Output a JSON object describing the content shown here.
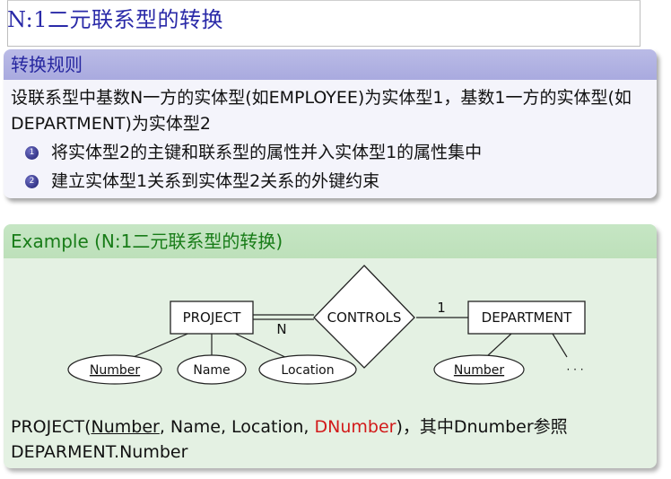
{
  "frame": {
    "title": "N:1二元联系型的转换"
  },
  "rule_block": {
    "title": "转换规则",
    "intro": "设联系型中基数N一方的实体型(如EMPLOYEE)为实体型1，基数1一方的实体型(如DEPARTMENT)为实体型2",
    "items": [
      {
        "num": "1",
        "text": "将实体型2的主键和联系型的属性并入实体型1的属性集中"
      },
      {
        "num": "2",
        "text": "建立实体型1关系到实体型2关系的外键约束"
      }
    ]
  },
  "example_block": {
    "title": "Example (N:1二元联系型的转换)",
    "diagram": {
      "entity_left": "PROJECT",
      "relationship": "CONTROLS",
      "entity_right": "DEPARTMENT",
      "card_left": "N",
      "card_right": "1",
      "attr_number_left": "Number",
      "attr_name": "Name",
      "attr_location": "Location",
      "attr_number_right": "Number",
      "ellipsis": "· · ·"
    },
    "caption": {
      "p1": "PROJECT(",
      "key": "Number",
      "p2": ", Name, Location, ",
      "fk": "DNumber",
      "p3": ")，其中Dnumber参照DEPARMENT.Number"
    }
  },
  "colors": {
    "title_blue": "#2a2aa8",
    "rule_header": "#babbe6",
    "example_header": "#c6e6c4",
    "example_title": "#187c18",
    "foreign_key_red": "#d21a1a"
  }
}
